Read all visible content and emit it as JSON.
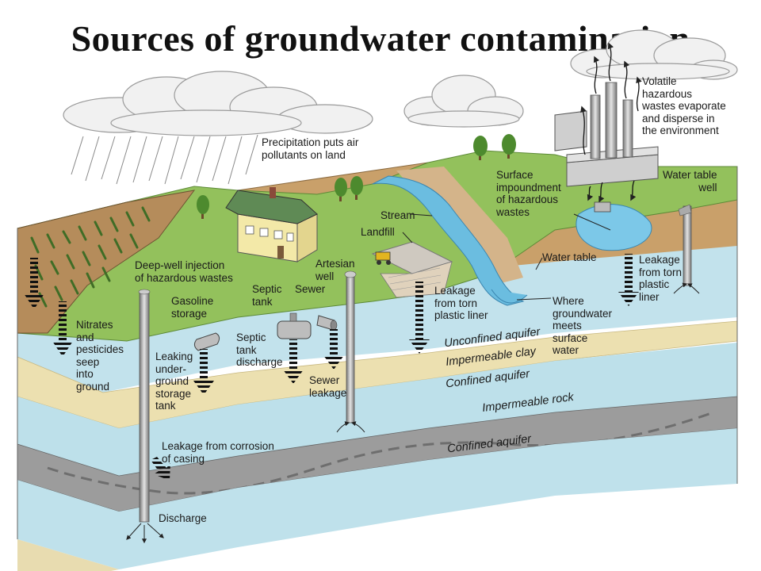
{
  "title": "Sources of groundwater contamination",
  "labels": {
    "precipitation": "Precipitation puts air\npollutants on land",
    "volatile": "Volatile\nhazardous\nwastes evaporate\nand disperse in\nthe environment",
    "water_table_well": "Water table\nwell",
    "surface_impoundment": "Surface\nimpoundment\nof hazardous\nwastes",
    "stream": "Stream",
    "landfill": "Landfill",
    "water_table": "Water table",
    "leakage_plastic_right": "Leakage\nfrom torn\nplastic\nliner",
    "deep_well": "Deep-well injection\nof hazardous wastes",
    "artesian_well": "Artesian\nwell",
    "septic_tank": "Septic\ntank",
    "sewer": "Sewer",
    "gasoline_storage": "Gasoline\nstorage",
    "leakage_plastic_mid": "Leakage\nfrom torn\nplastic liner",
    "where_groundwater": "Where\ngroundwater\nmeets\nsurface\nwater",
    "nitrates": "Nitrates\nand\npesticides\nseep\ninto\nground",
    "leaking_tank": "Leaking\nunder-\nground\nstorage\ntank",
    "septic_discharge": "Septic\ntank\ndischarge",
    "sewer_leakage": "Sewer\nleakage",
    "unconfined_aquifer": "Unconfined aquifer",
    "impermeable_clay": "Impermeable clay",
    "confined_aquifer_upper": "Confined aquifer",
    "impermeable_rock": "Impermeable rock",
    "confined_aquifer_lower": "Confined aquifer",
    "leakage_corrosion": "Leakage from corrosion\nof casing",
    "discharge": "Discharge"
  },
  "colors": {
    "grass": "#8fbf58",
    "soil": "#c8a06b",
    "aquifer": "#bfe0ea",
    "clay": "#e9ddb0",
    "rock": "#9a9a9a",
    "water": "#5fb7dd",
    "arrow": "#111111"
  }
}
